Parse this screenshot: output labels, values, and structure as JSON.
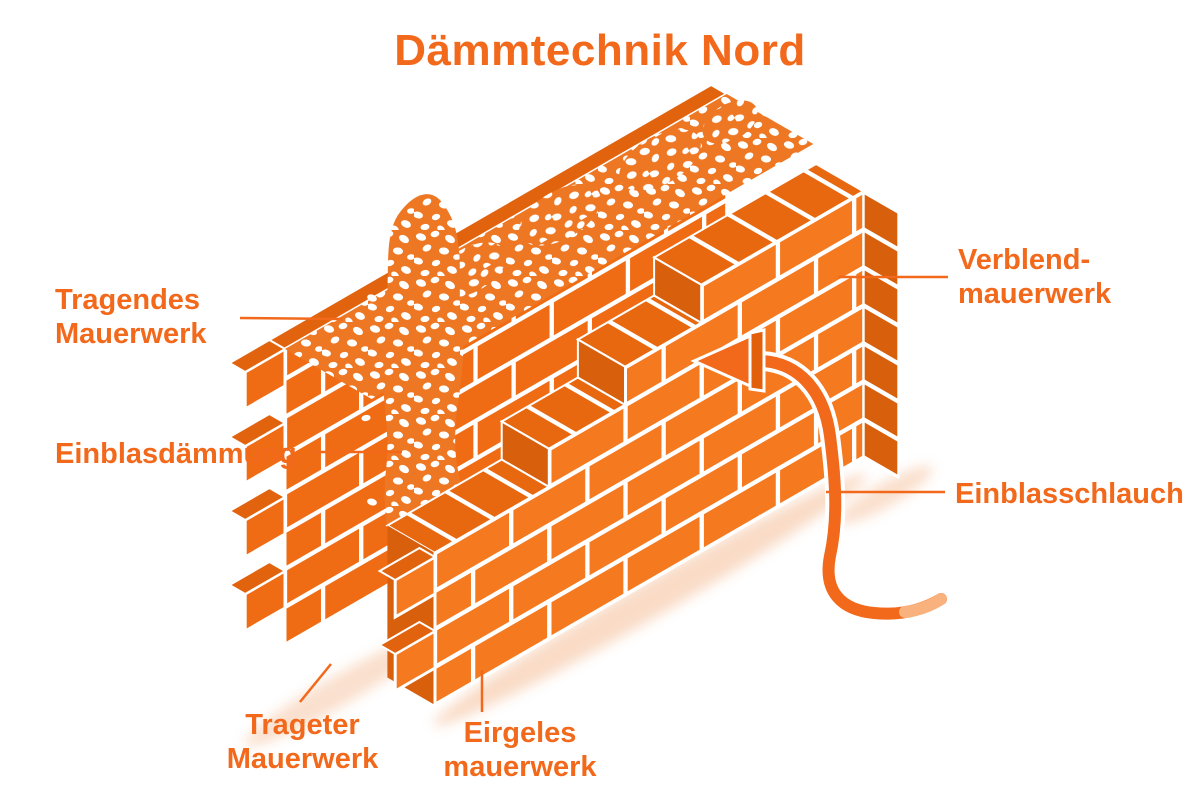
{
  "title": "Dämmtechnik Nord",
  "labels": {
    "load_bearing": "Tragendes\nMauerwerk",
    "blown_insulation": "Einblasdämmung",
    "facing": "Verblend-\nmauerwerk",
    "hose": "Einblasschlauch",
    "bottom_left": "Trageter\nMauerwerk",
    "bottom_center": "Eirgeles\nmauerwerk"
  },
  "colors": {
    "accent": "#f2691c",
    "brick_face_back": "#ef6c15",
    "brick_face_front": "#f5791f",
    "brick_top": "#e8680f",
    "brick_end": "#d85f0c",
    "mortar": "#ffffff",
    "insulation_base": "#ee7723",
    "granule": "#ffffff"
  }
}
